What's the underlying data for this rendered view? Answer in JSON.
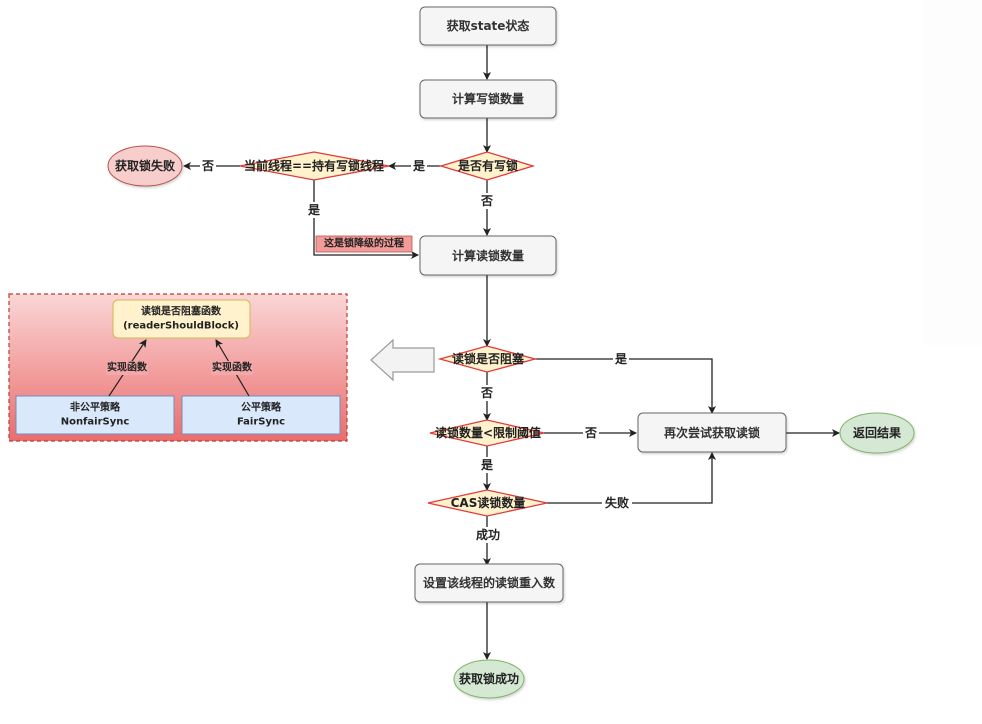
{
  "title": "ReentrantReadWriteLock 读锁获取流程",
  "nodes": {
    "get_state": "获取state状态",
    "calc_write": "计算写锁数量",
    "has_write": "是否有写锁",
    "is_owner": "当前线程==持有写锁线程",
    "fail": "获取锁失败",
    "calc_read": "计算读锁数量",
    "downgrade_note": "这是锁降级的过程",
    "read_blocked": "读锁是否阻塞",
    "read_limit": "读锁数量<限制阈值",
    "cas_read": "CAS读锁数量",
    "set_reentrant": "设置该线程的读锁重入数",
    "success": "获取锁成功",
    "retry": "再次尝试获取读锁",
    "return_result": "返回结果"
  },
  "edges": {
    "yes": "是",
    "no": "否",
    "success": "成功",
    "failed": "失败"
  },
  "panel": {
    "func_title": "读锁是否阻塞函数",
    "func_name": "(readerShouldBlock)",
    "impl_label_left": "实现函数",
    "impl_label_right": "实现函数",
    "nonfair_title": "非公平策略",
    "nonfair_name": "NonfairSync",
    "fair_title": "公平策略",
    "fair_name": "FairSync"
  },
  "colors": {
    "process_fill": "#f5f5f5",
    "process_stroke": "#666666",
    "decision_fill": "#fff2cc",
    "decision_stroke": "#e33a3a",
    "fail_fill": "#f8cecc",
    "fail_stroke": "#b85450",
    "success_fill": "#d5e8d4",
    "success_stroke": "#82b366",
    "note_fill": "#f19c99",
    "panel_fill_top": "#f9d2d2",
    "panel_fill_bottom": "#ea6b6b",
    "panel_func_fill": "#fff2cc",
    "panel_impl_fill": "#dae8fc",
    "panel_impl_stroke": "#6c8ebf"
  }
}
